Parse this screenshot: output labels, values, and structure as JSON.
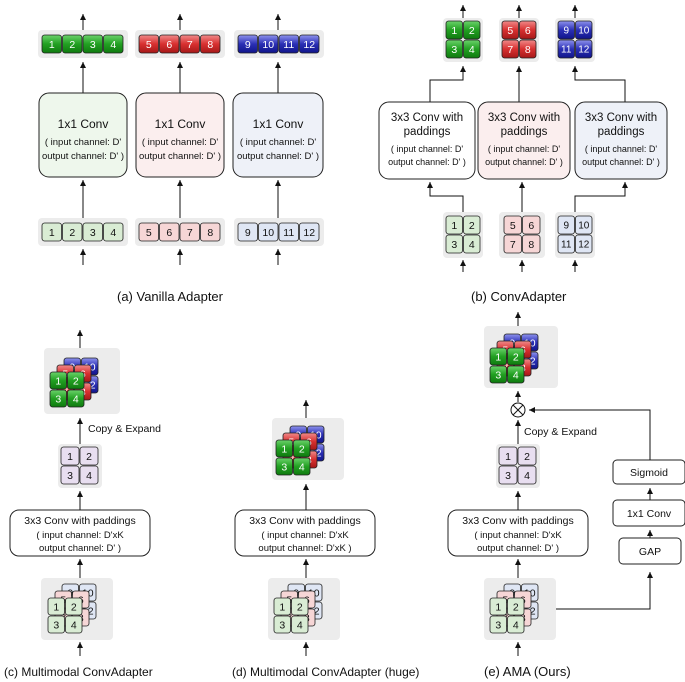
{
  "colors": {
    "green_light": "#d9ecd4",
    "green_dark": "#2ea12e",
    "red_light": "#f6d6d6",
    "red_dark": "#d93535",
    "blue_light": "#dfe6f4",
    "blue_dark": "#2b2fb0",
    "purple_light": "#e8def0",
    "panel_bg": "#e8e8e8"
  },
  "vanilla": {
    "caption": "(a)   Vanilla Adapter",
    "conv_title": "1x1 Conv",
    "conv_in": "( input channel: D'",
    "conv_out": "output channel: D' )",
    "tokens_green": [
      "1",
      "2",
      "3",
      "4"
    ],
    "tokens_red": [
      "5",
      "6",
      "7",
      "8"
    ],
    "tokens_blue": [
      "9",
      "10",
      "11",
      "12"
    ]
  },
  "convadapter": {
    "caption": "(b) ConvAdapter",
    "conv_title_1": "3x3 Conv with",
    "conv_title_2": "paddings",
    "conv_in": "( input channel: D'",
    "conv_out": "output channel: D' )"
  },
  "multimodal": {
    "caption": "(c)  Multimodal ConvAdapter",
    "conv_title": "3x3 Conv with paddings",
    "conv_in": "( input channel: D'xK",
    "conv_out": "output channel: D' )",
    "expand_label": "Copy & Expand"
  },
  "multimodal_huge": {
    "caption": "(d)  Multimodal ConvAdapter (huge)",
    "conv_title": "3x3 Conv with paddings",
    "conv_in": "( input channel: D'xK",
    "conv_out": "output channel: D'xK )"
  },
  "ama": {
    "caption": "(e) AMA (Ours)",
    "conv_title": "3x3 Conv with paddings",
    "conv_in": "( input channel: D'xK",
    "conv_out": "output channel: D' )",
    "expand_label": "Copy & Expand",
    "sigmoid": "Sigmoid",
    "conv1": "1x1 Conv",
    "gap": "GAP"
  }
}
